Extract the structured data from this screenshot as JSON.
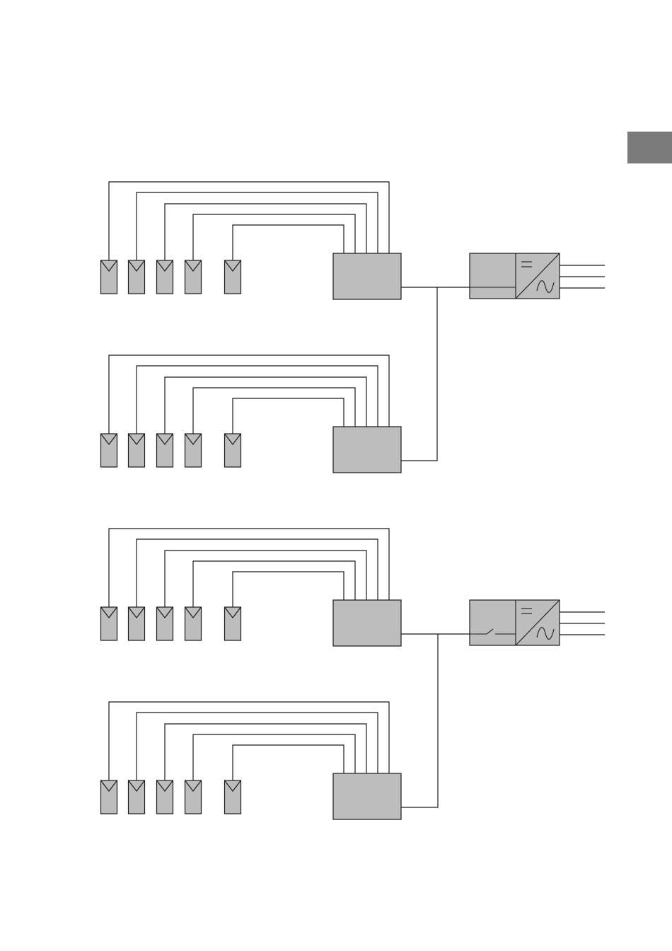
{
  "colors": {
    "page_background": "#ffffff",
    "component_fill": "#bdbdbd",
    "line": "#1a1a1a",
    "page_tab": "#7a7a7a"
  },
  "page_tab": {
    "text": ""
  },
  "icons": {
    "pv_module": "pv-module-icon",
    "combiner_box": "combiner-box-icon",
    "inverter": "dc-ac-inverter-icon",
    "dc_symbol": "dc-equals-icon",
    "ac_symbol": "ac-sine-icon",
    "switch": "switch-icon"
  },
  "systems": [
    {
      "id": "system-1",
      "arrays": [
        {
          "id": "array-1",
          "module_count": 5,
          "combiner_input_count": 5
        },
        {
          "id": "array-2",
          "module_count": 5,
          "combiner_input_count": 5
        }
      ],
      "inverter": {
        "has_dc_switch": false,
        "ac_output_lines": 3
      }
    },
    {
      "id": "system-2",
      "arrays": [
        {
          "id": "array-3",
          "module_count": 5,
          "combiner_input_count": 5
        },
        {
          "id": "array-4",
          "module_count": 5,
          "combiner_input_count": 5
        }
      ],
      "inverter": {
        "has_dc_switch": true,
        "ac_output_lines": 3
      }
    }
  ]
}
